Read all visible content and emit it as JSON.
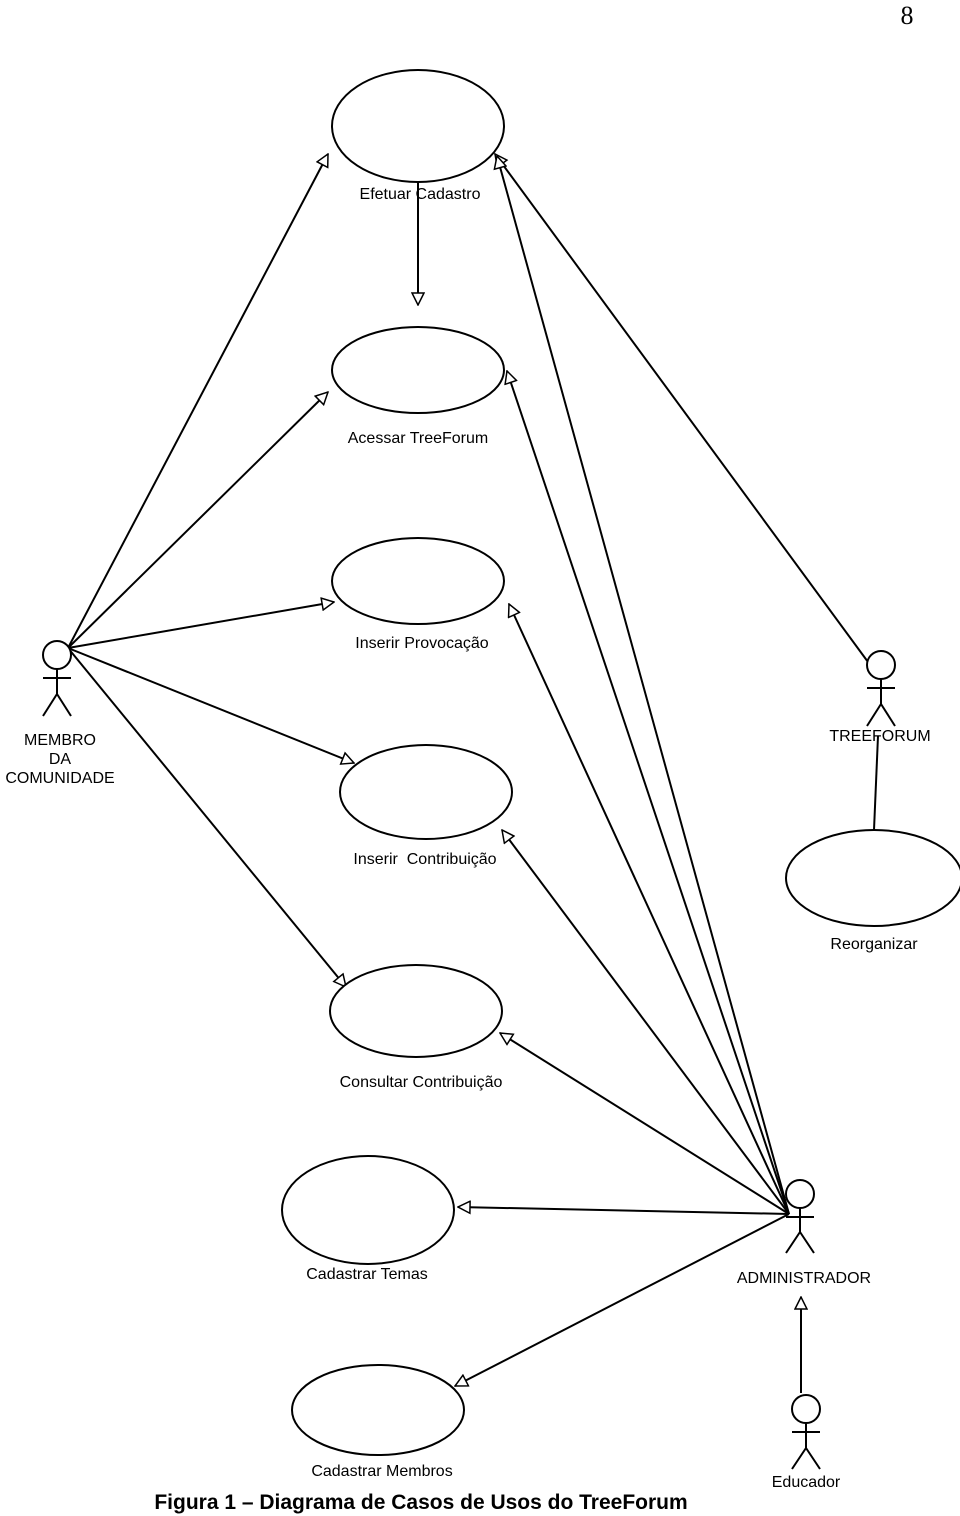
{
  "page_number": "8",
  "use_cases": {
    "efetuar_cadastro": "Efetuar Cadastro",
    "acessar_treeforum": "Acessar TreeForum",
    "inserir_provocacao": "Inserir Provocação",
    "inserir_contribuicao": "Inserir  Contribuição",
    "reorganizar": "Reorganizar",
    "consultar_contribuicao": "Consultar Contribuição",
    "cadastrar_temas": "Cadastrar Temas",
    "cadastrar_membros": "Cadastrar Membros"
  },
  "actors": {
    "membro_line1": "MEMBRO",
    "membro_line2": "DA",
    "membro_line3": "COMUNIDADE",
    "treeforum": "TREEFORUM",
    "administrador": "ADMINISTRADOR",
    "educador": "Educador"
  },
  "caption": "Figura 1 – Diagrama de Casos de Usos do TreeForum"
}
